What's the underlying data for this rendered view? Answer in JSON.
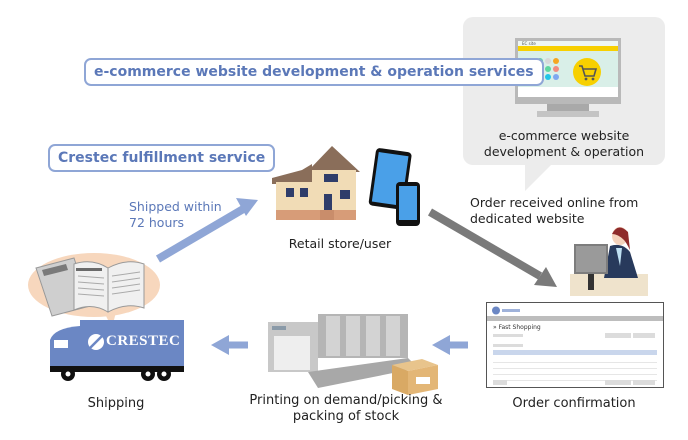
{
  "titles": {
    "ecommerce_services": "e-commerce website development & operation services",
    "fulfillment_service": "Crestec fulfillment service"
  },
  "ec_site": {
    "caption_line1": "e-commerce website",
    "caption_line2": "development & operation",
    "screen_label": "EC site",
    "dot_colors": [
      "#f28b82",
      "#5fd6a0",
      "#d8d8d8",
      "#f5a623",
      "#f5a623",
      "#d8d8d8",
      "#5fd6a0",
      "#f28b82",
      "#f7b6c8",
      "#c8d64a",
      "#22c6e8",
      "#7fa7f0"
    ],
    "banner_color": "#f7d000",
    "cart_color": "#f7d000"
  },
  "nodes": {
    "retail": {
      "label": "Retail store/user"
    },
    "order_received": {
      "line1": "Order received online from",
      "line2": "dedicated website"
    },
    "order_confirmation": {
      "label": "Order confirmation",
      "screen_heading": "» Fast Shopping"
    },
    "printing": {
      "line1": "Printing on demand/picking &",
      "line2": "packing of stock"
    },
    "shipping": {
      "label": "Shipping",
      "truck_brand": "CRESTEC"
    }
  },
  "arrows": {
    "shipped_note_line1": "Shipped within",
    "shipped_note_line2": "72 hours"
  },
  "colors": {
    "accent_blue": "#5b78b8",
    "arrow_blue": "#8fa6d6",
    "arrow_gray": "#7a7a7a",
    "truck_blue": "#6b87c4",
    "bubble_gray": "#ececec"
  }
}
